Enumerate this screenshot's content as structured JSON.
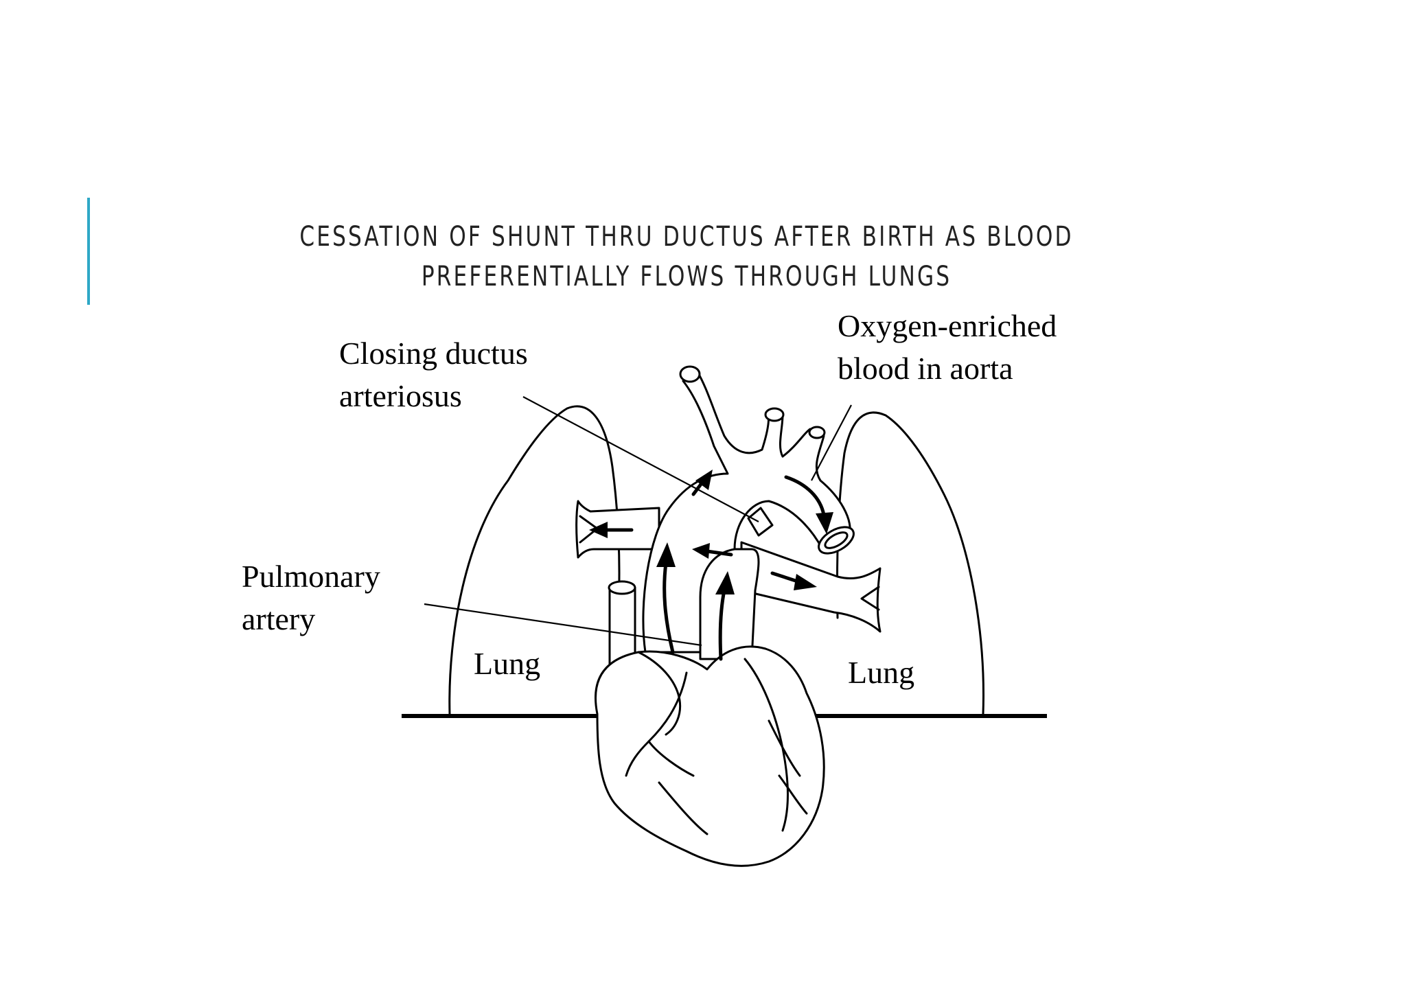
{
  "slide": {
    "title": "Cessation of shunt thru ductus after birth as blood preferentially flows through lungs",
    "accent_color": "#2ea8c6"
  },
  "diagram": {
    "labels": {
      "closing_ductus_line1": "Closing ductus",
      "closing_ductus_line2": "arteriosus",
      "oxygen_line1": "Oxygen-enriched",
      "oxygen_line2": "blood in aorta",
      "pulmonary_line1": "Pulmonary",
      "pulmonary_line2": "artery",
      "lung_left": "Lung",
      "lung_right": "Lung"
    }
  }
}
